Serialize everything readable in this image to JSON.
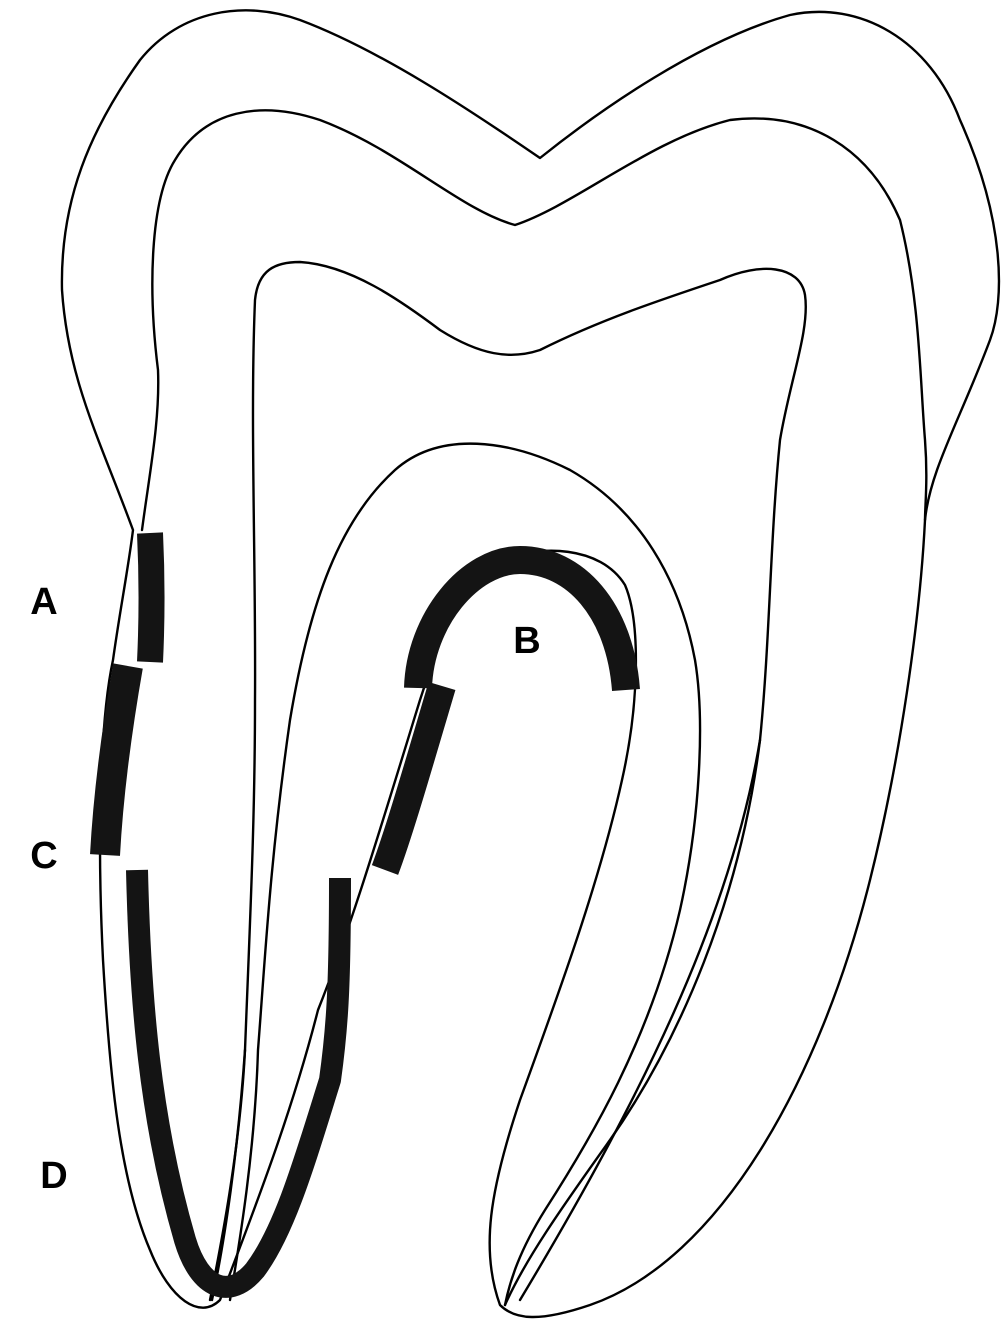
{
  "labels": {
    "a": "A",
    "b": "B",
    "c": "C",
    "d": "D"
  },
  "colors": {
    "outline": "#000000",
    "shaded_band": "#141414",
    "background": "#ffffff"
  }
}
